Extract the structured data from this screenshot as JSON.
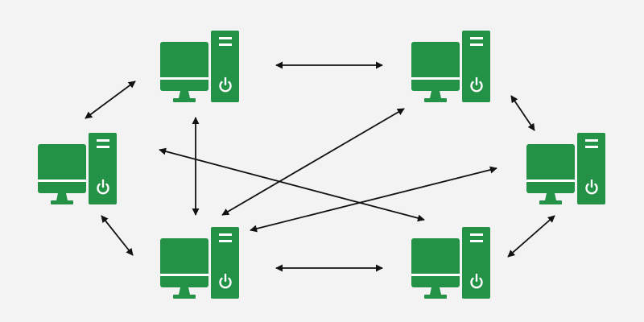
{
  "diagram": {
    "type": "peer-to-peer network",
    "colors": {
      "background": "#f3f3f3",
      "node": "#239146",
      "node_detail": "#ffffff",
      "link": "#111111"
    },
    "node_icon": "computer-icon",
    "nodes": [
      {
        "id": "pc-top-left"
      },
      {
        "id": "pc-top-right"
      },
      {
        "id": "pc-mid-left"
      },
      {
        "id": "pc-mid-right"
      },
      {
        "id": "pc-bottom-left"
      },
      {
        "id": "pc-bottom-right"
      }
    ],
    "links": [
      {
        "from": "pc-top-left",
        "to": "pc-top-right"
      },
      {
        "from": "pc-top-left",
        "to": "pc-mid-left"
      },
      {
        "from": "pc-top-left",
        "to": "pc-bottom-left"
      },
      {
        "from": "pc-top-right",
        "to": "pc-mid-right"
      },
      {
        "from": "pc-top-right",
        "to": "pc-bottom-left"
      },
      {
        "from": "pc-mid-left",
        "to": "pc-bottom-left"
      },
      {
        "from": "pc-mid-left",
        "to": "pc-bottom-right"
      },
      {
        "from": "pc-mid-right",
        "to": "pc-bottom-left"
      },
      {
        "from": "pc-mid-right",
        "to": "pc-bottom-right"
      },
      {
        "from": "pc-bottom-left",
        "to": "pc-bottom-right"
      }
    ]
  }
}
